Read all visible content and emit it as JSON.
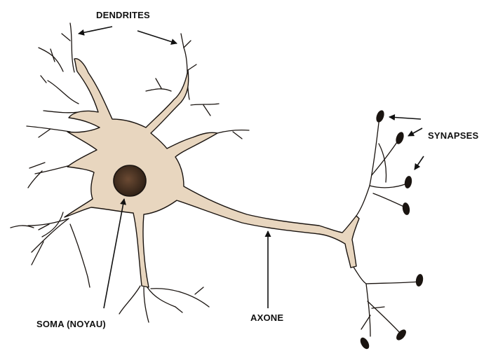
{
  "colors": {
    "background": "#ffffff",
    "cell_body": "#e8d6bf",
    "cell_body_center": "#f6ede0",
    "outline": "#1a1410",
    "nucleus_dark": "#2b1e14",
    "nucleus_light": "#6b4a33",
    "terminal": "#1a1410"
  },
  "labels": {
    "dendrites": "DENDRITES",
    "synapses": "SYNAPSES",
    "soma": "SOMA (NOYAU)",
    "axone": "AXONE"
  }
}
